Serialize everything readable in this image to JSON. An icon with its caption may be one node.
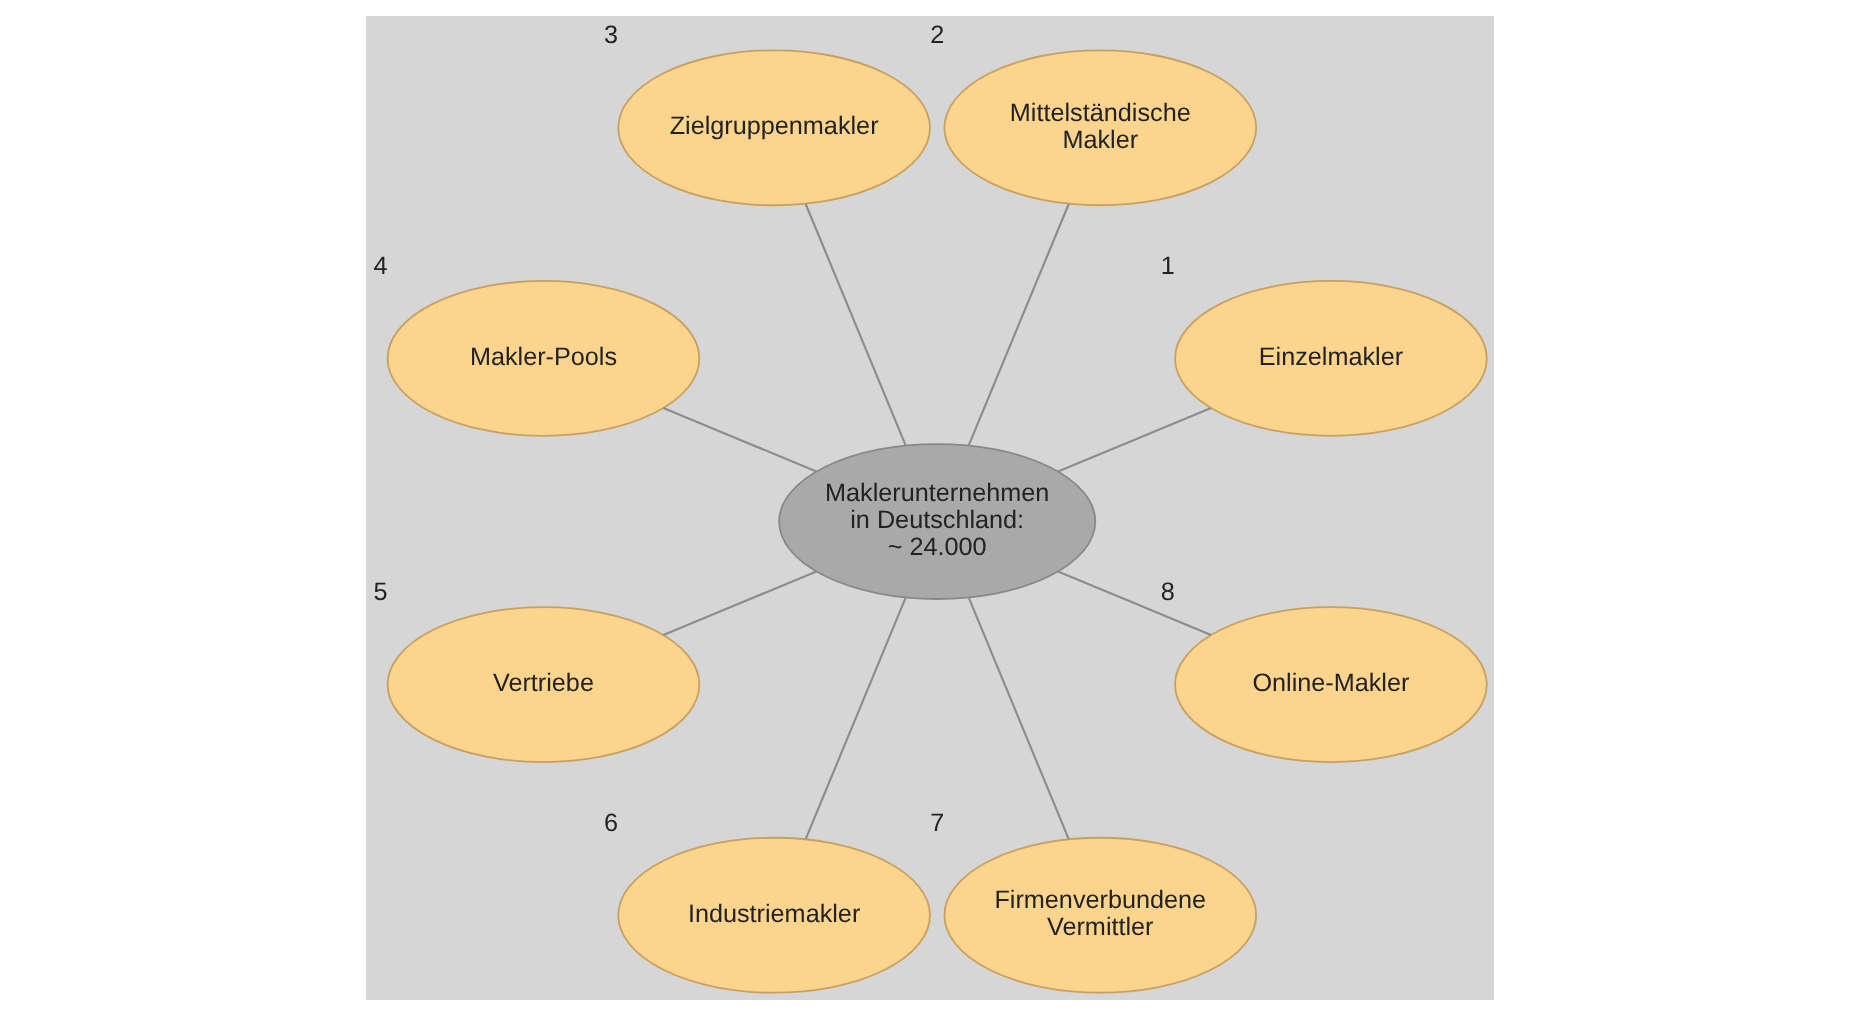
{
  "diagram": {
    "nodes": [
      {
        "text": [
          "Maklerunternehmen in Deutschland: ~ 24.000"
        ]
      },
      {
        "text": [
          "Einzelmakler"
        ],
        "beside": [
          "1"
        ]
      },
      {
        "text": [
          "Mittelständische Makler"
        ],
        "beside": [
          "2"
        ]
      },
      {
        "text": [
          "Zielgruppenmakler"
        ],
        "beside": [
          "3"
        ]
      },
      {
        "text": [
          "Makler-Pools"
        ],
        "beside": [
          "4"
        ]
      },
      {
        "text": [
          "Vertriebe"
        ],
        "beside": [
          "5"
        ]
      },
      {
        "text": [
          "Industriemakler"
        ],
        "beside": [
          "6"
        ]
      },
      {
        "text": [
          "Firmenverbundene Vermittler"
        ],
        "beside": [
          "7"
        ]
      },
      {
        "text": [
          "Online-Makler"
        ],
        "beside": [
          "8"
        ]
      }
    ],
    "edges": [
      {
        "from": 0,
        "to": 1,
        "arrow": "none"
      },
      {
        "from": 0,
        "to": 2,
        "arrow": "none"
      },
      {
        "from": 0,
        "to": 3,
        "arrow": "none"
      },
      {
        "from": 0,
        "to": 4,
        "arrow": "none"
      },
      {
        "from": 0,
        "to": 5,
        "arrow": "none"
      },
      {
        "from": 0,
        "to": 6,
        "arrow": "none"
      },
      {
        "from": 0,
        "to": 7,
        "arrow": "none"
      },
      {
        "from": 0,
        "to": 8,
        "arrow": "none"
      }
    ]
  }
}
